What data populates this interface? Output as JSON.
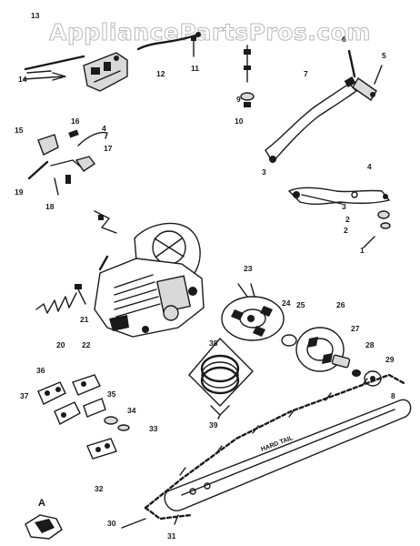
{
  "watermark": "AppliancePartsPros.com",
  "bar_brand": "HARD TAIL",
  "detail_letter": "A",
  "labels": {
    "l13": "13",
    "l14": "14",
    "l12": "12",
    "l11": "11",
    "l6": "6",
    "l9": "9",
    "l10": "10",
    "l7": "7",
    "l5": "5",
    "l3a": "3",
    "l4a": "4",
    "l4b": "4",
    "l3b": "3",
    "l2a": "2",
    "l2b": "2",
    "l1": "1",
    "l16": "16",
    "l15": "15",
    "l17": "17",
    "l19": "19",
    "l18": "18",
    "l23": "23",
    "l24": "24",
    "l25": "25",
    "l26": "26",
    "l27": "27",
    "l28": "28",
    "l29": "29",
    "l21": "21",
    "l20": "20",
    "l22": "22",
    "l38": "38",
    "l39": "39",
    "l36": "36",
    "l37": "37",
    "l35": "35",
    "l34": "34",
    "l33": "33",
    "l32": "32",
    "l30": "30",
    "l31": "31",
    "l8": "8"
  }
}
